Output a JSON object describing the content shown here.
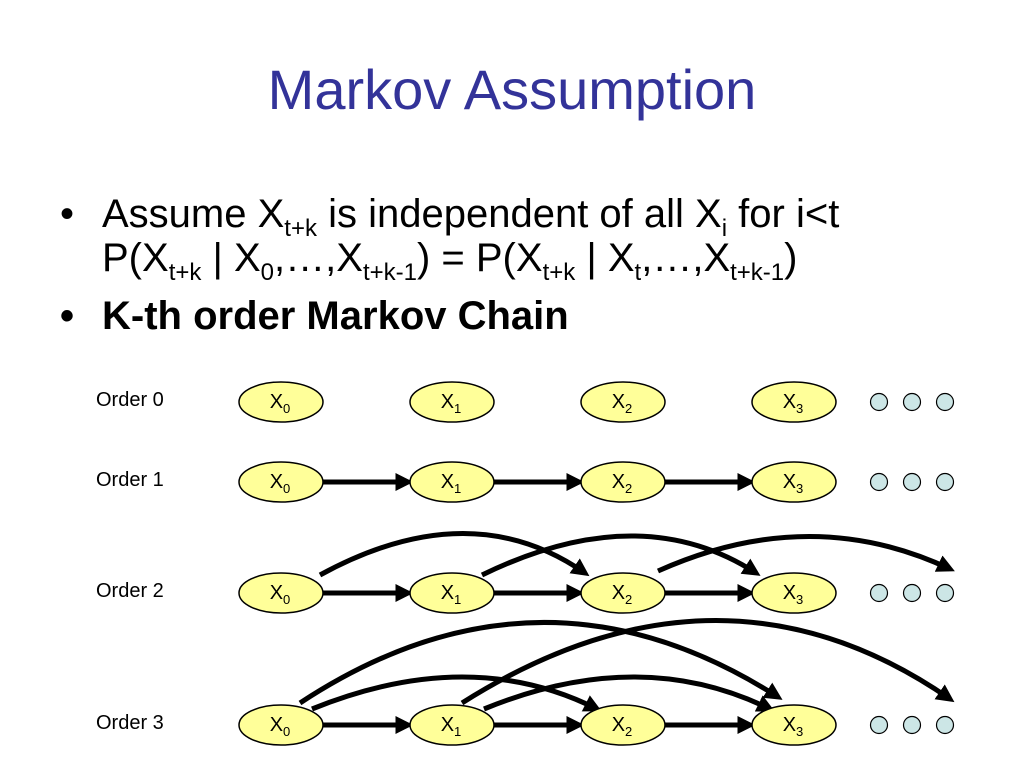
{
  "title": "Markov Assumption",
  "bullets": {
    "bullet_glyph": "•",
    "b1_line1": {
      "p1": "Assume X",
      "s1": "t+k",
      "p2": " is independent of all X",
      "s2": "i",
      "p3": " for i<t"
    },
    "b1_line2": {
      "p1": "P(X",
      "s1": "t+k",
      "p2": " | X",
      "s2": "0",
      "p3": ",…,X",
      "s3": "t+k-1",
      "p4": ") = P(X",
      "s4": "t+k",
      "p5": " | X",
      "s5": "t",
      "p6": ",…,X",
      "s6": "t+k-1",
      "p7": ")"
    },
    "b2": "K-th order Markov Chain"
  },
  "diagram": {
    "node_fill": "#ffff99",
    "dot_fill": "#cce6e6",
    "node_letter": "X",
    "node_subscripts": [
      "0",
      "1",
      "2",
      "3"
    ],
    "orders": [
      {
        "label": "Order 0"
      },
      {
        "label": "Order 1"
      },
      {
        "label": "Order 2"
      },
      {
        "label": "Order 3"
      }
    ]
  }
}
